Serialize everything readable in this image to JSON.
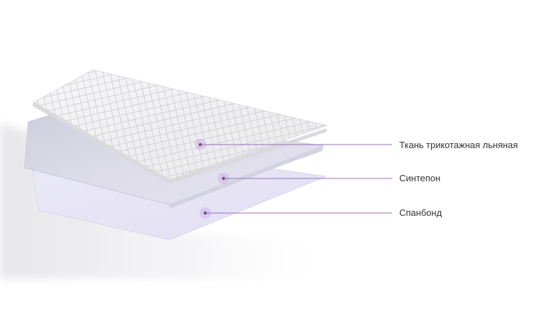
{
  "layers": [
    {
      "label": "Ткань трикотажная льняная",
      "material": "quilted knitted fabric",
      "color": "#f1f1f3"
    },
    {
      "label": "Синтепон",
      "material": "synthetic padding",
      "color": "#d9d9e6"
    },
    {
      "label": "Спанбонд",
      "material": "spunbond",
      "color": "#e9e7f6"
    }
  ],
  "accent_color": "#9b6fbe",
  "marker_color": "#c8a9e6"
}
